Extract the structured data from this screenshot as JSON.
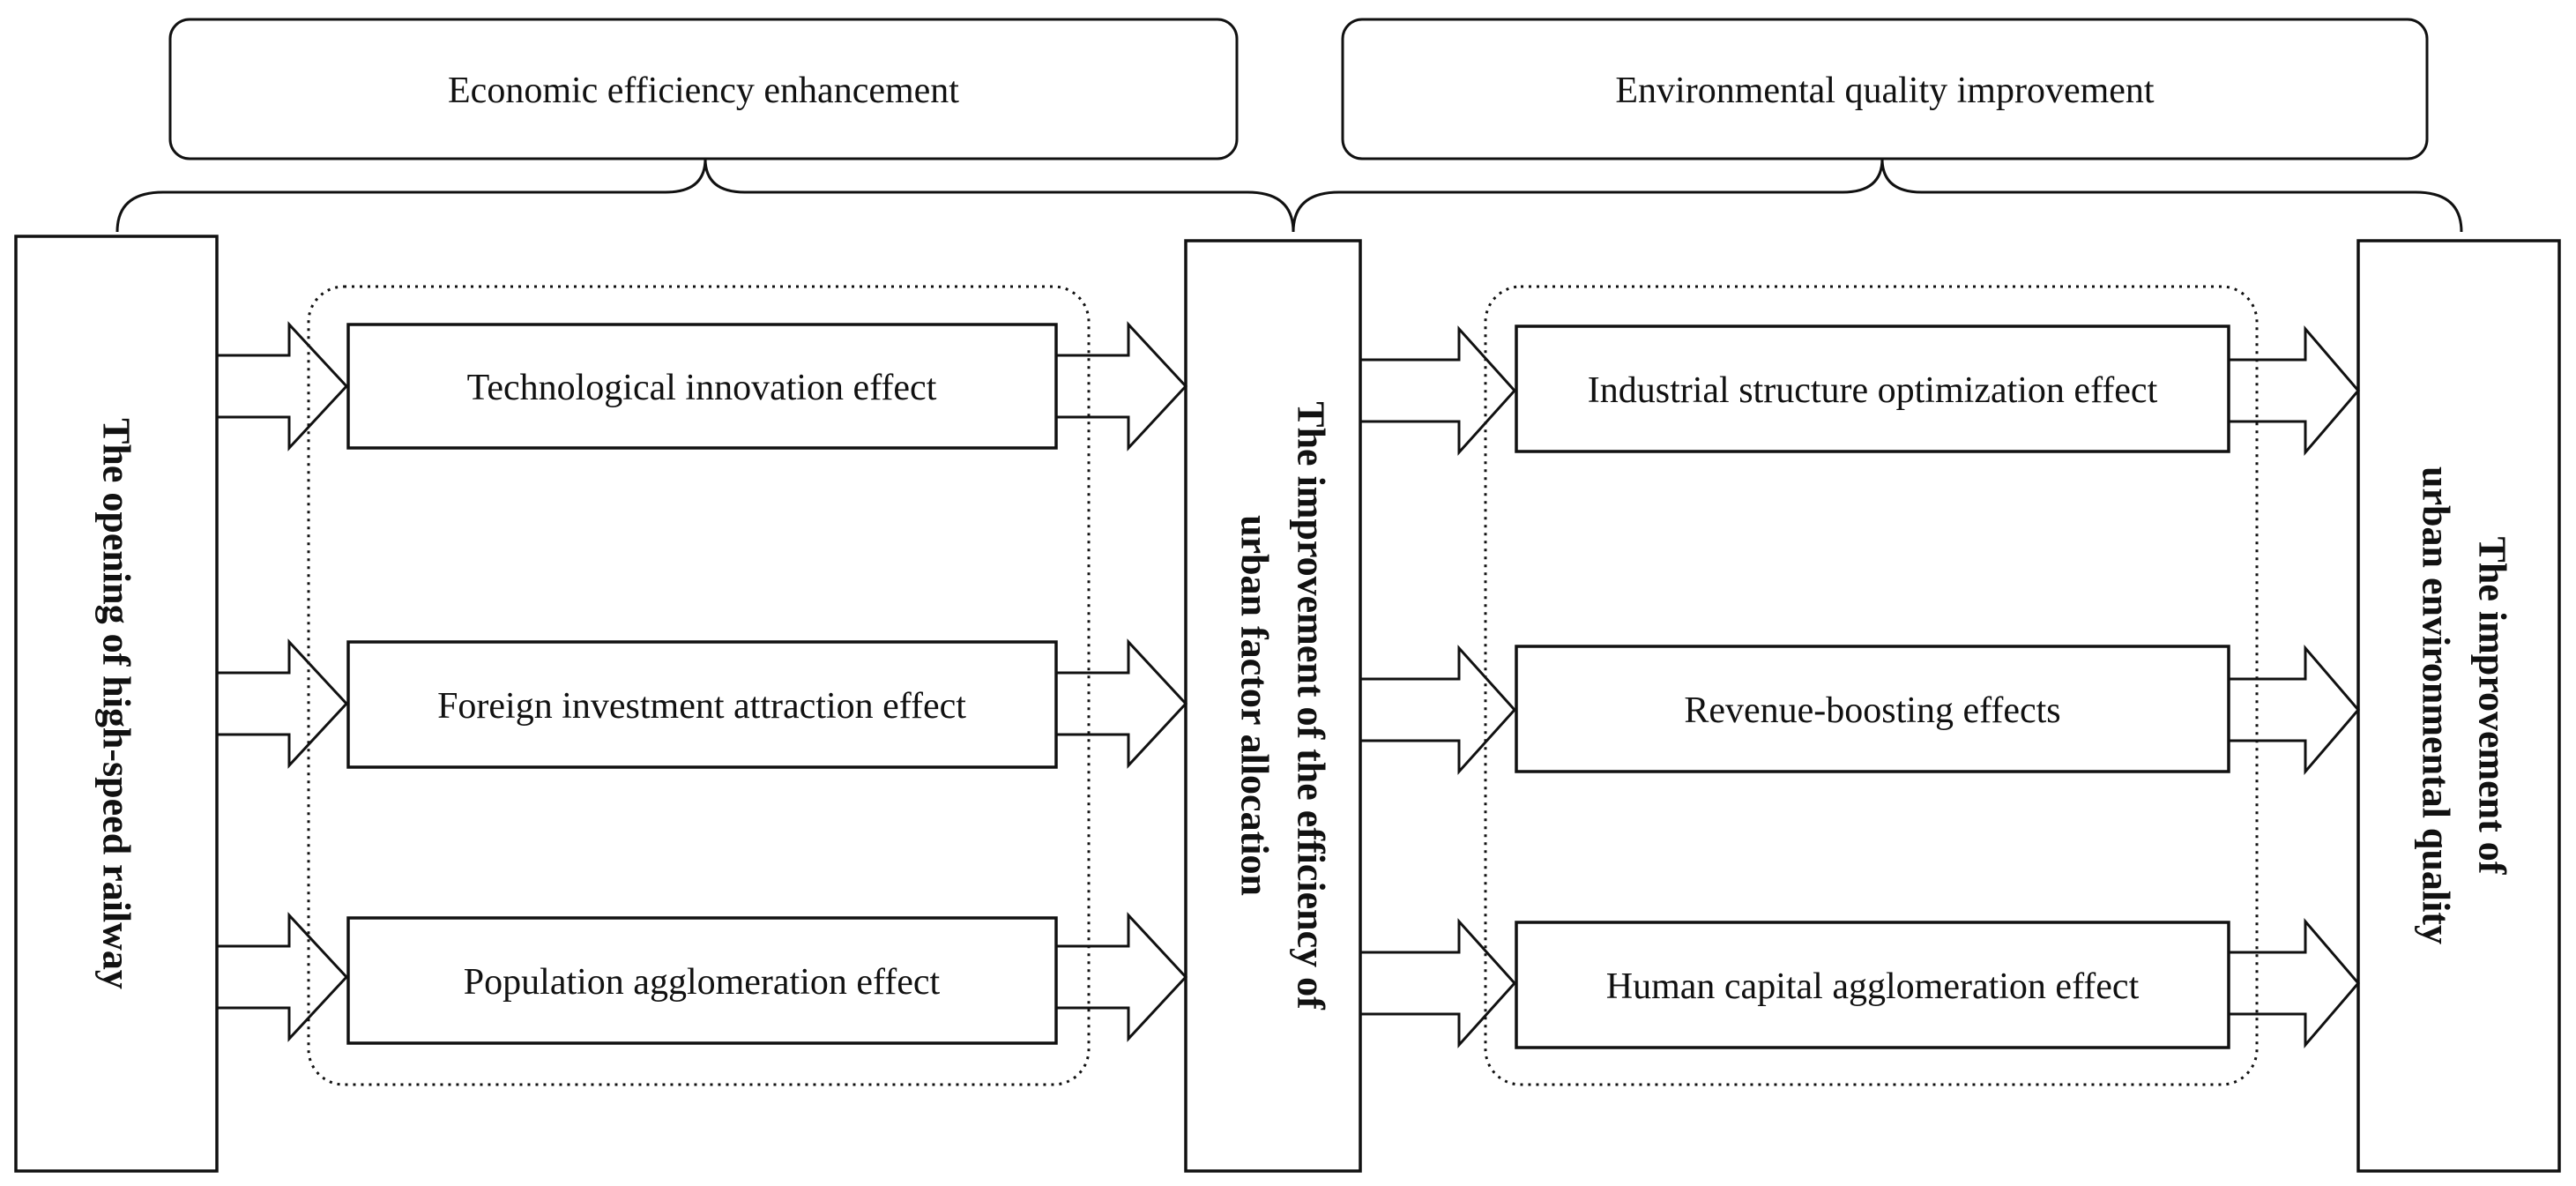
{
  "headers": {
    "economic": "Economic efficiency enhancement",
    "environmental": "Environmental quality improvement"
  },
  "nodes": {
    "opening": "The opening of high-speed railway",
    "allocation": {
      "line1": "The improvement of the efficiency of",
      "line2": "urban factor allocation"
    },
    "environment": {
      "line1": "The improvement of",
      "line2": "urban environmental quality"
    }
  },
  "left_effects": [
    "Technological innovation effect",
    "Foreign investment attraction effect",
    "Population agglomeration effect"
  ],
  "right_effects": [
    "Industrial structure optimization effect",
    "Revenue-boosting effects",
    "Human capital agglomeration effect"
  ]
}
